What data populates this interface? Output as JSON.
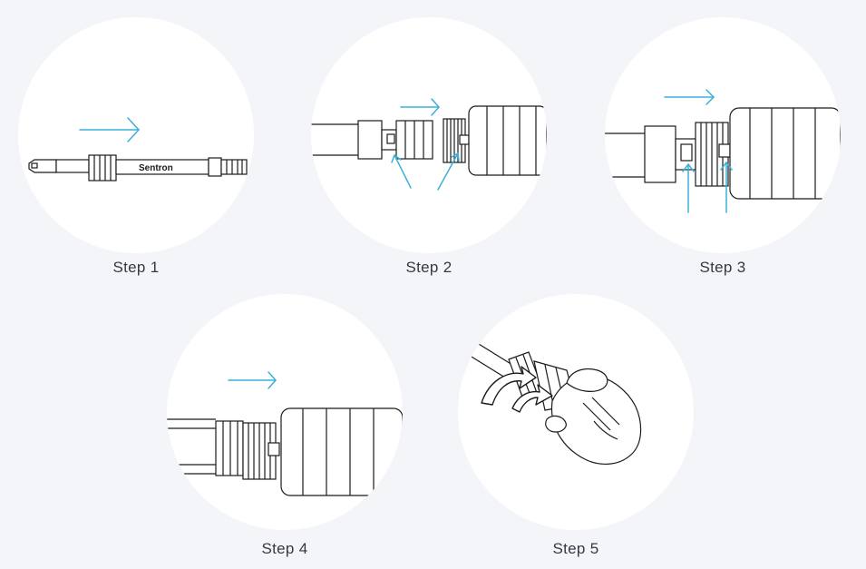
{
  "steps": [
    {
      "label": "Step 1",
      "brand": "Sentron"
    },
    {
      "label": "Step 2"
    },
    {
      "label": "Step 3"
    },
    {
      "label": "Step 4"
    },
    {
      "label": "Step 5"
    }
  ],
  "colors": {
    "background": "#f3f5f8",
    "circle": "#ffffff",
    "arrow": "#3ab0d8",
    "line": "#1b1b1b",
    "label": "#333a44"
  },
  "icons": {
    "direction": "right-arrow-icon",
    "pointer": "pointer-line-icon",
    "rotate": "curved-rotate-arrow-icon"
  }
}
